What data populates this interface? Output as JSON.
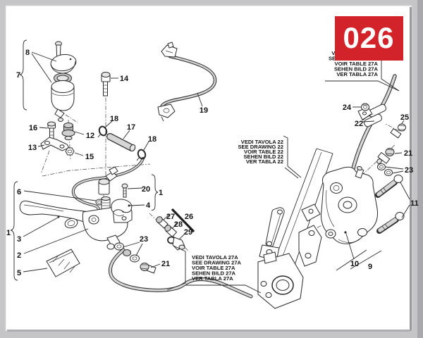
{
  "badge": {
    "number": "026",
    "color": "#d2232a"
  },
  "notes": {
    "top_right": [
      "VEDI TAVOLA 27A",
      "SEE DRAWING 27A",
      "VOIR TABLE 27A",
      "SEHEN BILD 27A",
      "VER TABLA 27A"
    ],
    "center": [
      "VEDI TAVOLA 22",
      "SEE DRAWING 22",
      "VOIR TABLE 22",
      "SEHEN BILD 22",
      "VER TABLA 22"
    ],
    "bottom": [
      "VEDI TAVOLA 27A",
      "SEE DRAWING 27A",
      "VOIR TABLE 27A",
      "SEHEN BILD 27A",
      "VER TABLA 27A"
    ]
  },
  "callouts": {
    "n8": "8",
    "n7": "7",
    "n14": "14",
    "n16": "16",
    "n12": "12",
    "n13": "13",
    "n15": "15",
    "n18a": "18",
    "n17": "17",
    "n18b": "18",
    "n19": "19",
    "n6": "6",
    "n1a": "1",
    "n3": "3",
    "n2": "2",
    "n5": "5",
    "n20": "20",
    "n1b": "1",
    "n4": "4",
    "n27": "27",
    "n28": "28",
    "n26": "26",
    "n29": "29",
    "n23a": "23",
    "n21a": "21",
    "n24": "24",
    "n22": "22",
    "n25": "25",
    "n21b": "21",
    "n23b": "23",
    "n11": "11",
    "n10": "10",
    "n9": "9"
  },
  "colors": {
    "line_art": "#2a2a2a",
    "hose_gray": "#d6d6d6",
    "page_margin": "#c5c5c7"
  }
}
